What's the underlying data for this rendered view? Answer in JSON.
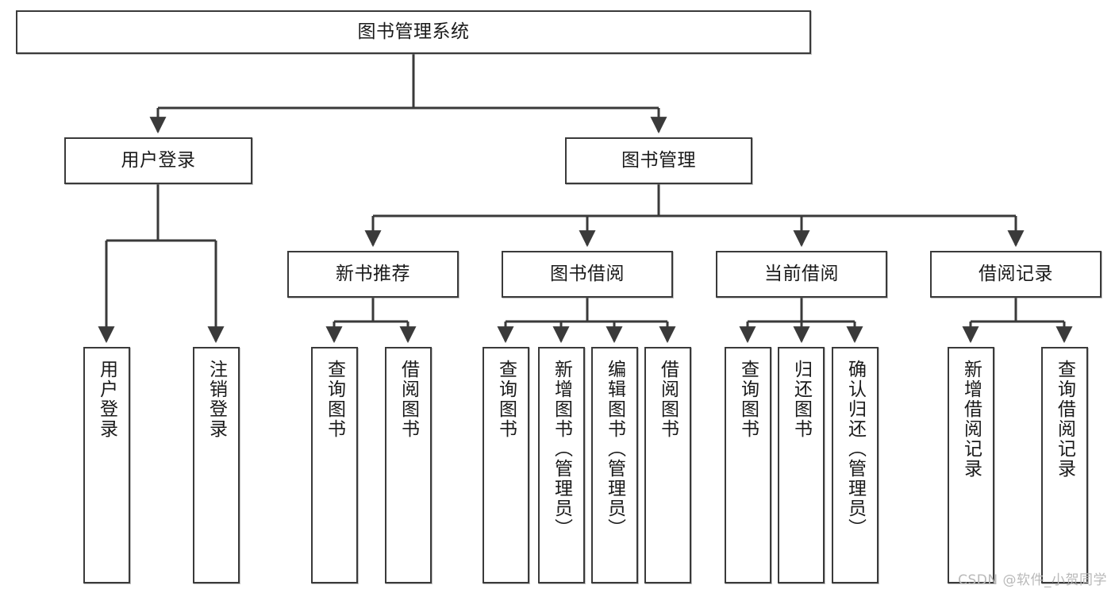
{
  "diagram": {
    "title": "图书管理系统",
    "type": "tree-hierarchy-chart",
    "root": {
      "label": "图书管理系统"
    },
    "level2": [
      {
        "label": "用户登录"
      },
      {
        "label": "图书管理"
      }
    ],
    "level3": [
      {
        "label": "新书推荐"
      },
      {
        "label": "图书借阅"
      },
      {
        "label": "当前借阅"
      },
      {
        "label": "借阅记录"
      }
    ],
    "leaves": {
      "user_login": [
        {
          "label": "用户登录"
        },
        {
          "label": "注销登录"
        }
      ],
      "new_book_recommend": [
        {
          "label": "查询图书"
        },
        {
          "label": "借阅图书"
        }
      ],
      "book_borrow": [
        {
          "label": "查询图书"
        },
        {
          "label": "新增图书（管理员）"
        },
        {
          "label": "编辑图书（管理员）"
        },
        {
          "label": "借阅图书"
        }
      ],
      "current_borrow": [
        {
          "label": "查询图书"
        },
        {
          "label": "归还图书"
        },
        {
          "label": "确认归还（管理员）"
        }
      ],
      "borrow_record": [
        {
          "label": "新增借阅记录"
        },
        {
          "label": "查询借阅记录"
        }
      ]
    }
  },
  "watermark": {
    "text": "CSDN @软件_小贺同学"
  },
  "colors": {
    "box_border": "#3a3a3a",
    "box_fill": "#ffffff",
    "text": "#1a1a1a",
    "edge": "#3a3a3a",
    "watermark": "#b9b9b9",
    "background": "#ffffff"
  }
}
